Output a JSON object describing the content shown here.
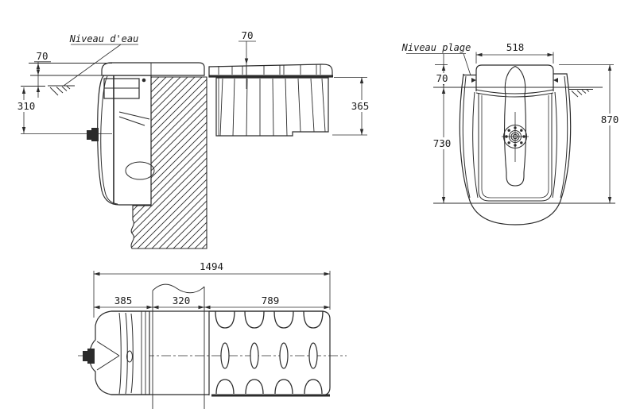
{
  "colors": {
    "line": "#2b2b2b",
    "background": "#ffffff"
  },
  "side_view": {
    "water_level_label": "Niveau d'eau",
    "dim_deck_above_water": "70",
    "dim_water_to_outlet": "310",
    "dim_beach_edge": "70",
    "dim_beach_height": "365"
  },
  "front_view": {
    "beach_level_label": "Niveau plage",
    "dim_width": "518",
    "dim_above_water": "70",
    "dim_water_to_base": "730",
    "dim_total_height": "870"
  },
  "plan_view": {
    "dim_total_length": "1494",
    "dim_body_length": "385",
    "dim_wall_thickness": "320",
    "dim_beach_length": "789"
  }
}
